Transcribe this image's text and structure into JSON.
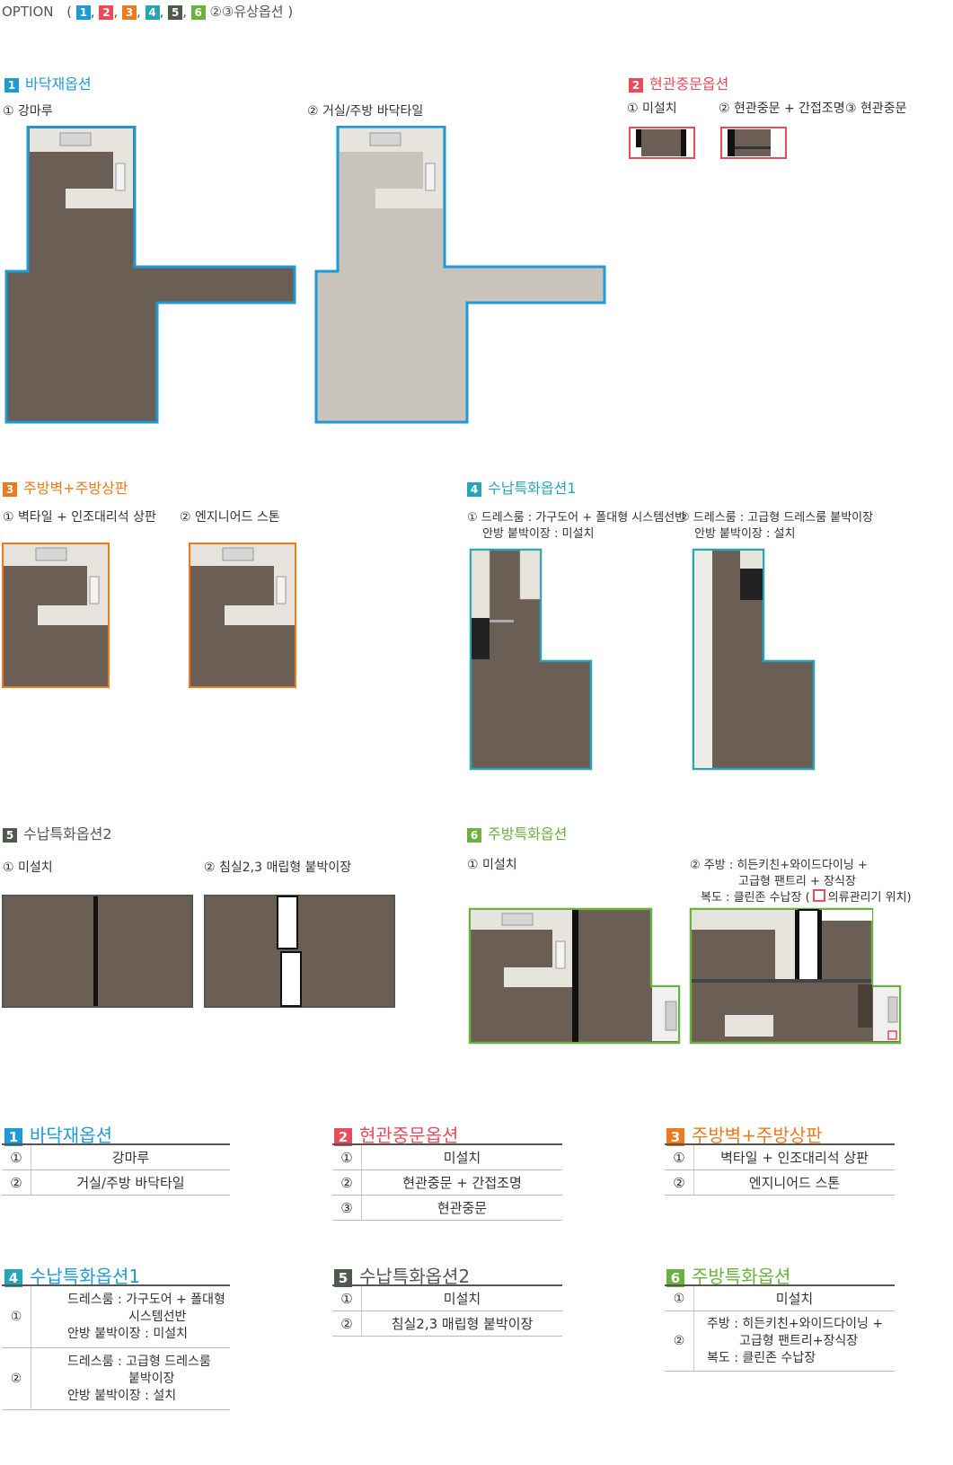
{
  "header": {
    "label": "OPTION",
    "open_paren": "(",
    "close_paren": ")",
    "badges": [
      "1",
      "2",
      "3",
      "4",
      "5",
      "6"
    ],
    "comma": ",",
    "suffix": "②③유상옵션"
  },
  "colors": {
    "s1": "#1e9ad6",
    "s2": "#e94b5b",
    "s3": "#ee7a1e",
    "s4": "#27a5b5",
    "s5": "#4f5a4e",
    "s6": "#6ab23d",
    "floor_dark": "#6b5f55",
    "floor_tile": "#c8c3bb"
  },
  "sections": {
    "s1": {
      "num": "1",
      "title": "바닥재옵션",
      "opt1": "① 강마루",
      "opt2": "② 거실/주방 바닥타일"
    },
    "s2": {
      "num": "2",
      "title": "현관중문옵션",
      "opt1": "① 미설치",
      "opt2": "② 현관중문 + 간접조명",
      "opt3": "③ 현관중문"
    },
    "s3": {
      "num": "3",
      "title": "주방벽+주방상판",
      "opt1": "① 벽타일 + 인조대리석 상판",
      "opt2": "② 엔지니어드 스톤"
    },
    "s4": {
      "num": "4",
      "title": "수납특화옵션1",
      "opt1_line1": "① 드레스룸 : 가구도어 + 폴대형 시스템선반",
      "opt1_line2": "안방 붙박이장 : 미설치",
      "opt2_line1": "② 드레스룸 : 고급형 드레스룸 붙박이장",
      "opt2_line2": "안방 붙박이장 : 설치"
    },
    "s5": {
      "num": "5",
      "title": "수납특화옵션2",
      "opt1": "① 미설치",
      "opt2": "② 침실2,3 매립형 붙박이장"
    },
    "s6": {
      "num": "6",
      "title": "주방특화옵션",
      "opt1": "① 미설치",
      "opt2_line1": "② 주방 : 히든키친+와이드다이닝 +",
      "opt2_line2": "고급형 팬트리 + 장식장",
      "opt2_line3_pre": "복도 : 클린존 수납장 (",
      "opt2_line3_post": "의류관리기 위치)"
    }
  },
  "tables": {
    "t1": {
      "num": "1",
      "title": "바닥재옵션",
      "rows": [
        {
          "n": "①",
          "v": "강마루"
        },
        {
          "n": "②",
          "v": "거실/주방 바닥타일"
        }
      ]
    },
    "t2": {
      "num": "2",
      "title": "현관중문옵션",
      "rows": [
        {
          "n": "①",
          "v": "미설치"
        },
        {
          "n": "②",
          "v": "현관중문 + 간접조명"
        },
        {
          "n": "③",
          "v": "현관중문"
        }
      ]
    },
    "t3": {
      "num": "3",
      "title": "주방벽+주방상판",
      "rows": [
        {
          "n": "①",
          "v": "벽타일 + 인조대리석 상판"
        },
        {
          "n": "②",
          "v": "엔지니어드 스톤"
        }
      ]
    },
    "t4": {
      "num": "4",
      "title": "수납특화옵션1",
      "r1": {
        "n": "①",
        "l1": "드레스룸 : 가구도어 + 폴대형",
        "l2": "시스템선반",
        "l3": "안방 붙박이장 : 미설치"
      },
      "r2": {
        "n": "②",
        "l1": "드레스룸 : 고급형 드레스룸",
        "l2": "붙박이장",
        "l3": "안방 붙박이장 : 설치"
      }
    },
    "t5": {
      "num": "5",
      "title": "수납특화옵션2",
      "rows": [
        {
          "n": "①",
          "v": "미설치"
        },
        {
          "n": "②",
          "v": "침실2,3 매립형 붙박이장"
        }
      ]
    },
    "t6": {
      "num": "6",
      "title": "주방특화옵션",
      "r1": {
        "n": "①",
        "v": "미설치"
      },
      "r2": {
        "n": "②",
        "l1": "주방 : 히든키친+와이드다이닝 +",
        "l2": "고급형 팬트리+장식장",
        "l3": "복도 : 클린존 수납장"
      }
    }
  }
}
